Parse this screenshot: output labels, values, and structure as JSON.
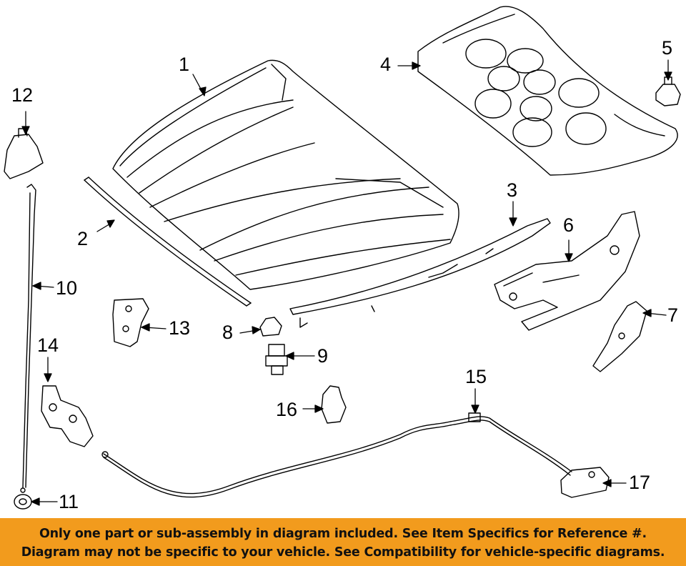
{
  "diagram": {
    "callouts": [
      "1",
      "2",
      "3",
      "4",
      "5",
      "6",
      "7",
      "8",
      "9",
      "10",
      "11",
      "12",
      "13",
      "14",
      "15",
      "16",
      "17"
    ]
  },
  "notice": {
    "line1": "Only one part or sub-assembly in diagram included. See Item Specifics for Reference #.",
    "line2": "Diagram may not be specific to your vehicle. See Compatibility for vehicle-specific diagrams."
  },
  "colors": {
    "banner": "#f29b1d",
    "line": "#000000"
  }
}
